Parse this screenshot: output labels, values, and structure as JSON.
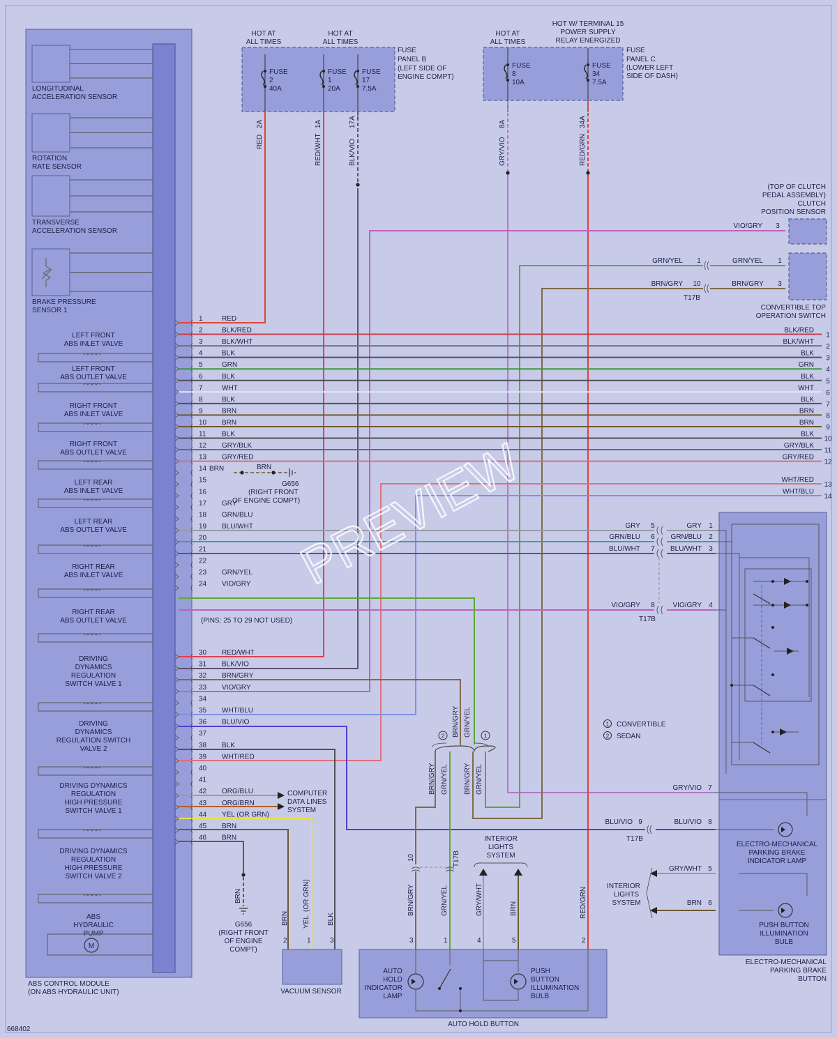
{
  "diagram_id": "668402",
  "watermark": "PREVIEW",
  "abs_module": {
    "label_lines": [
      "ABS CONTROL MODULE",
      "(ON ABS HYDRAULIC UNIT)"
    ],
    "sensors": [
      {
        "lines": [
          "LONGITUDINAL",
          "ACCELERATION SENSOR"
        ]
      },
      {
        "lines": [
          "ROTATION",
          "RATE SENSOR"
        ]
      },
      {
        "lines": [
          "TRANSVERSE",
          "ACCELERATION SENSOR"
        ]
      },
      {
        "lines": [
          "BRAKE PRESSURE",
          "SENSOR 1"
        ]
      }
    ],
    "valves": [
      {
        "lines": [
          "LEFT FRONT",
          "ABS INLET VALVE"
        ]
      },
      {
        "lines": [
          "LEFT FRONT",
          "ABS OUTLET VALVE"
        ]
      },
      {
        "lines": [
          "RIGHT FRONT",
          "ABS INLET VALVE"
        ]
      },
      {
        "lines": [
          "RIGHT FRONT",
          "ABS OUTLET VALVE"
        ]
      },
      {
        "lines": [
          "LEFT REAR",
          "ABS INLET VALVE"
        ]
      },
      {
        "lines": [
          "LEFT REAR",
          "ABS OUTLET VALVE"
        ]
      },
      {
        "lines": [
          "RIGHT REAR",
          "ABS INLET VALVE"
        ]
      },
      {
        "lines": [
          "RIGHT REAR",
          "ABS OUTLET VALVE"
        ]
      },
      {
        "lines": [
          "DRIVING",
          "DYNAMICS",
          "REGULATION",
          "SWITCH VALVE 1"
        ]
      },
      {
        "lines": [
          "DRIVING",
          "DYNAMICS",
          "REGULATION SWITCH",
          "VALVE 2"
        ]
      },
      {
        "lines": [
          "DRIVING DYNAMICS",
          "REGULATION",
          "HIGH PRESSURE",
          "SWITCH VALVE 1"
        ]
      },
      {
        "lines": [
          "DRIVING DYNAMICS",
          "REGULATION",
          "HIGH PRESSURE",
          "SWITCH VALVE 2"
        ]
      },
      {
        "lines": [
          "ABS",
          "HYDRAULIC",
          "PUMP"
        ]
      }
    ],
    "pins": [
      {
        "n": "1",
        "label": "RED"
      },
      {
        "n": "2",
        "label": "BLK/RED"
      },
      {
        "n": "3",
        "label": "BLK/WHT"
      },
      {
        "n": "4",
        "label": "BLK"
      },
      {
        "n": "5",
        "label": "GRN"
      },
      {
        "n": "6",
        "label": "BLK"
      },
      {
        "n": "7",
        "label": "WHT"
      },
      {
        "n": "8",
        "label": "BLK"
      },
      {
        "n": "9",
        "label": "BRN"
      },
      {
        "n": "10",
        "label": "BRN"
      },
      {
        "n": "11",
        "label": "BLK"
      },
      {
        "n": "12",
        "label": "GRY/BLK"
      },
      {
        "n": "13",
        "label": "GRY/RED"
      },
      {
        "n": "14",
        "label": "BRN"
      },
      {
        "n": "15",
        "label": ""
      },
      {
        "n": "16",
        "label": ""
      },
      {
        "n": "17",
        "label": "GRY"
      },
      {
        "n": "18",
        "label": "GRN/BLU"
      },
      {
        "n": "19",
        "label": "BLU/WHT"
      },
      {
        "n": "20",
        "label": ""
      },
      {
        "n": "21",
        "label": ""
      },
      {
        "n": "22",
        "label": ""
      },
      {
        "n": "23",
        "label": "GRN/YEL"
      },
      {
        "n": "24",
        "label": "VIO/GRY"
      },
      {
        "n": "30",
        "label": "RED/WHT"
      },
      {
        "n": "31",
        "label": "BLK/VIO"
      },
      {
        "n": "32",
        "label": "BRN/GRY"
      },
      {
        "n": "33",
        "label": "VIO/GRY"
      },
      {
        "n": "34",
        "label": ""
      },
      {
        "n": "35",
        "label": "WHT/BLU"
      },
      {
        "n": "36",
        "label": "BLU/VIO"
      },
      {
        "n": "37",
        "label": ""
      },
      {
        "n": "38",
        "label": "BLK"
      },
      {
        "n": "39",
        "label": "WHT/RED"
      },
      {
        "n": "40",
        "label": ""
      },
      {
        "n": "41",
        "label": ""
      },
      {
        "n": "42",
        "label": "ORG/BLU"
      },
      {
        "n": "43",
        "label": "ORG/BRN"
      },
      {
        "n": "44",
        "label": "YEL (OR GRN)"
      },
      {
        "n": "45",
        "label": "BRN"
      },
      {
        "n": "46",
        "label": "BRN"
      }
    ],
    "pins_note": "(PINS: 25 TO 29 NOT USED)",
    "pin14_out": "BRN",
    "ground_top_lines": [
      "G656",
      "(RIGHT FRONT",
      "OF ENGINE COMPT)"
    ],
    "ground_bottom_lines": [
      "G656",
      "(RIGHT FRONT",
      "OF ENGINE",
      "COMPT)"
    ],
    "ground_wire": "BRN"
  },
  "fuse_panel_b": {
    "label_lines": [
      "FUSE",
      "PANEL B",
      "(LEFT SIDE OF",
      "ENGINE COMPT)"
    ],
    "hot1_lines": [
      "HOT AT",
      "ALL TIMES"
    ],
    "hot2_lines": [
      "HOT AT",
      "ALL TIMES"
    ],
    "fuses": [
      {
        "lines": [
          "FUSE",
          "2",
          "40A"
        ],
        "pin": "2A",
        "wire": "RED"
      },
      {
        "lines": [
          "FUSE",
          "1",
          "20A"
        ],
        "pin": "1A",
        "wire": "RED/WHT"
      },
      {
        "lines": [
          "FUSE",
          "17",
          "7.5A"
        ],
        "pin": "17A",
        "wire": "BLK/VIO"
      }
    ]
  },
  "fuse_panel_c": {
    "label_lines": [
      "FUSE",
      "PANEL C",
      "(LOWER LEFT",
      "SIDE OF DASH)"
    ],
    "hot1_lines": [
      "HOT AT",
      "ALL TIMES"
    ],
    "hot2_lines": [
      "HOT W/ TERMINAL 15",
      "POWER SUPPLY",
      "RELAY ENERGIZED"
    ],
    "fuses": [
      {
        "lines": [
          "FUSE",
          "8",
          "10A"
        ],
        "pin": "8A",
        "wire": "GRY/VIO"
      },
      {
        "lines": [
          "FUSE",
          "34",
          "7.5A"
        ],
        "pin": "34A",
        "wire": "RED/GRN"
      }
    ]
  },
  "clutch_sensor": {
    "label_lines": [
      "(TOP OF CLUTCH",
      "PEDAL ASSEMBLY)",
      "CLUTCH",
      "POSITION SENSOR"
    ],
    "pin": "3",
    "wire": "VIO/GRY"
  },
  "convertible_switch": {
    "label_lines": [
      "CONVERTIBLE TOP",
      "OPERATION SWITCH"
    ],
    "connector": "T17B",
    "rows": [
      {
        "wire_l": "GRN/YEL",
        "pin_l": "1",
        "wire_r": "GRN/YEL",
        "pin_r": "1"
      },
      {
        "wire_l": "BRN/GRY",
        "pin_l": "10",
        "wire_r": "BRN/GRY",
        "pin_r": "3"
      }
    ]
  },
  "right_connector": {
    "pins": [
      {
        "label": "BLK/RED",
        "n": "1"
      },
      {
        "label": "BLK/WHT",
        "n": "2"
      },
      {
        "label": "BLK",
        "n": "3"
      },
      {
        "label": "GRN",
        "n": "4"
      },
      {
        "label": "BLK",
        "n": "5"
      },
      {
        "label": "WHT",
        "n": "6"
      },
      {
        "label": "BLK",
        "n": "7"
      },
      {
        "label": "BRN",
        "n": "8"
      },
      {
        "label": "BRN",
        "n": "9"
      },
      {
        "label": "BLK",
        "n": "10"
      },
      {
        "label": "GRY/BLK",
        "n": "11"
      },
      {
        "label": "GRY/RED",
        "n": "12"
      },
      {
        "label": "WHT/RED",
        "n": "13"
      },
      {
        "label": "WHT/BLU",
        "n": "14"
      }
    ]
  },
  "epb_button": {
    "label_lines": [
      "ELECTRO-MECHANICAL",
      "PARKING BRAKE",
      "BUTTON"
    ],
    "connector": "T17B",
    "rows": [
      {
        "wire_l": "GRY",
        "pin_l": "5",
        "wire_r": "GRY",
        "pin_r": "1"
      },
      {
        "wire_l": "GRN/BLU",
        "pin_l": "6",
        "wire_r": "GRN/BLU",
        "pin_r": "2"
      },
      {
        "wire_l": "BLU/WHT",
        "pin_l": "7",
        "wire_r": "BLU/WHT",
        "pin_r": "3"
      },
      {
        "wire_l": "VIO/GRY",
        "pin_l": "8",
        "wire_r": "VIO/GRY",
        "pin_r": "4"
      }
    ],
    "pin7": {
      "wire": "GRY/VIO",
      "n": "7"
    },
    "pin8": {
      "wire_l": "BLU/VIO",
      "pin_l": "9",
      "wire_r": "BLU/VIO",
      "n": "8"
    },
    "pin5": {
      "wire": "GRY/WHT",
      "n": "5"
    },
    "pin6": {
      "wire": "BRN",
      "n": "6"
    },
    "lamp_lines": [
      "ELECTRO-MECHANICAL",
      "PARKING BRAKE",
      "INDICATOR LAMP"
    ],
    "bulb_lines": [
      "PUSH BUTTON",
      "ILLUMINATION",
      "BULB"
    ],
    "interior_lines": [
      "INTERIOR",
      "LIGHTS",
      "SYSTEM"
    ]
  },
  "legend": {
    "m1": "1",
    "t1": "CONVERTIBLE",
    "m2": "2",
    "t2": "SEDAN"
  },
  "splice": {
    "m2": "2",
    "m1": "1",
    "upper_wires": [
      "BRN/GRY",
      "GRN/YEL"
    ],
    "lower_wires": [
      "BRN/GRY",
      "GRN/YEL",
      "BRN/GRY",
      "GRN/YEL"
    ]
  },
  "computer": {
    "lines": [
      "COMPUTER",
      "DATA LINES",
      "SYSTEM"
    ]
  },
  "vacuum_sensor": {
    "label": "VACUUM SENSOR",
    "pins": [
      "2",
      "1",
      "3"
    ],
    "wires": [
      "BRN",
      "YEL",
      "BLK"
    ],
    "alt_wire": "(OR GRN)"
  },
  "auto_hold": {
    "label": "AUTO HOLD BUTTON",
    "lamp_lines": [
      "AUTO",
      "HOLD",
      "INDICATOR",
      "LAMP"
    ],
    "bulb_lines": [
      "PUSH",
      "BUTTON",
      "ILLUMINATION",
      "BULB"
    ],
    "pins": [
      "3",
      "1",
      "4",
      "5",
      "2"
    ],
    "wires": [
      "BRN/GRY",
      "GRN/YEL",
      "GRY/WHT",
      "BRN",
      "RED/GRN"
    ],
    "t17b_pin": "10",
    "t17b": "T17B",
    "interior_lines": [
      "INTERIOR",
      "LIGHTS",
      "SYSTEM"
    ]
  },
  "colors": {
    "RED": "#e0473a",
    "BLK": "#505058",
    "WHT": "#e6e6ee",
    "GRN": "#3a9a3c",
    "BRN": "#6e5a30",
    "GRY": "#9a9aa6",
    "VIO": "#c45ac8",
    "BLU": "#2e36d8",
    "YEL": "#e8e050",
    "ORG": "#e88a2a",
    "BLK_RED": "#c04050",
    "GRY_RED": "#d07080",
    "GRY_BLK": "#6a6a72",
    "GRN_YEL": "#5aaa30",
    "BRN_GRY": "#7e6c48",
    "VIO_GRY": "#c060c0",
    "RED_WHT": "#e04050",
    "GRY_VIO": "#b078c8",
    "WHT_RED": "#e07080",
    "WHT_BLU": "#8090e0",
    "BLU_WHT": "#4050e0",
    "GRN_BLU": "#40a090",
    "BLU_VIO": "#5040d0",
    "RED_GRN": "#e04040",
    "BLK_VIO": "#605070",
    "BLK_WHT": "#707078"
  }
}
